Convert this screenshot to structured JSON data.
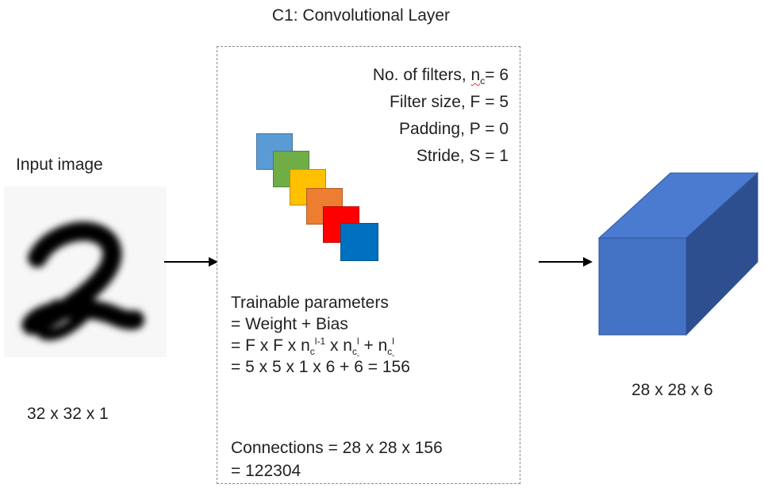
{
  "layer": {
    "title": "C1: Convolutional Layer",
    "hyperparams": {
      "filters_prefix": "No. of filters, ",
      "filters_symbol": "n",
      "filters_sub": "c",
      "filters_value": "= 6",
      "filter_size": "Filter size, F = 5",
      "padding": "Padding, P = 0",
      "stride": "Stride, S = 1"
    },
    "trainable": {
      "heading": "Trainable parameters",
      "line1": "= Weight + Bias",
      "line2_prefix": "= F x F x n",
      "line2_sub1": "c",
      "line2_sup1": "l-1",
      "line2_mid": " x  n",
      "line2_sub2": "c",
      "line2_sup2": "l",
      "line2_plus": " + n",
      "line2_sub3": "c",
      "line2_sup3": "l",
      "line3": "= 5 x 5 x 1 x 6 + 6 = 156"
    },
    "connections": {
      "line1": "Connections = 28 x 28 x 156",
      "line2": "= 122304"
    },
    "filter_colors": [
      "#5b9bd5",
      "#70ad47",
      "#ffc000",
      "#ed7d31",
      "#ff0000",
      "#0070c0"
    ]
  },
  "input": {
    "title": "Input image",
    "dims": "32 x 32 x 1"
  },
  "output": {
    "dims": "28 x 28 x 6",
    "color": "#4472c4"
  }
}
